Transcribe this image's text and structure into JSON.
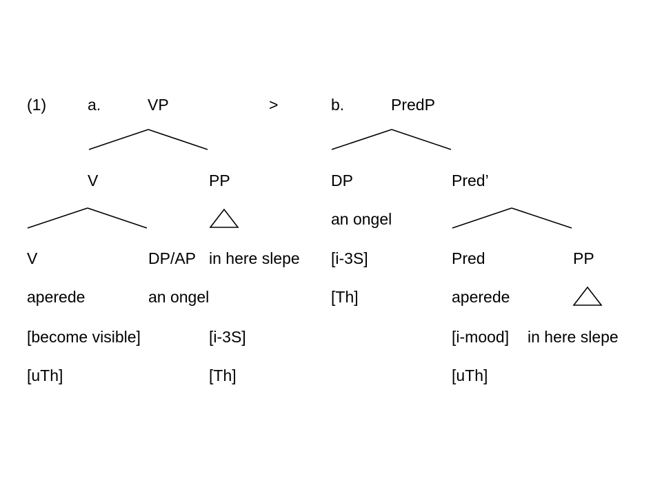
{
  "example": {
    "number": "(1)",
    "arrow": ">"
  },
  "tree_a": {
    "letter": "a.",
    "root": "VP",
    "v_node": "V",
    "pp_node": "PP",
    "v_head": "V",
    "dp_ap": "DP/AP",
    "pp_text": "in here slepe",
    "verb": "aperede",
    "object": "an ongel",
    "gloss": "[become visible]",
    "feature_i3s": "[i-3S]",
    "feature_uth": "[uTh]",
    "feature_th": "[Th]"
  },
  "tree_b": {
    "letter": "b.",
    "root": "PredP",
    "dp_node": "DP",
    "predbar_node": "Pred’",
    "subject": "an ongel",
    "feature_i3s": "[i-3S]",
    "feature_th": "[Th]",
    "pred_head": "Pred",
    "pp_node": "PP",
    "verb": "aperede",
    "feature_imood": "[i-mood]",
    "pp_text": "in here slepe",
    "feature_uth": "[uTh]"
  }
}
